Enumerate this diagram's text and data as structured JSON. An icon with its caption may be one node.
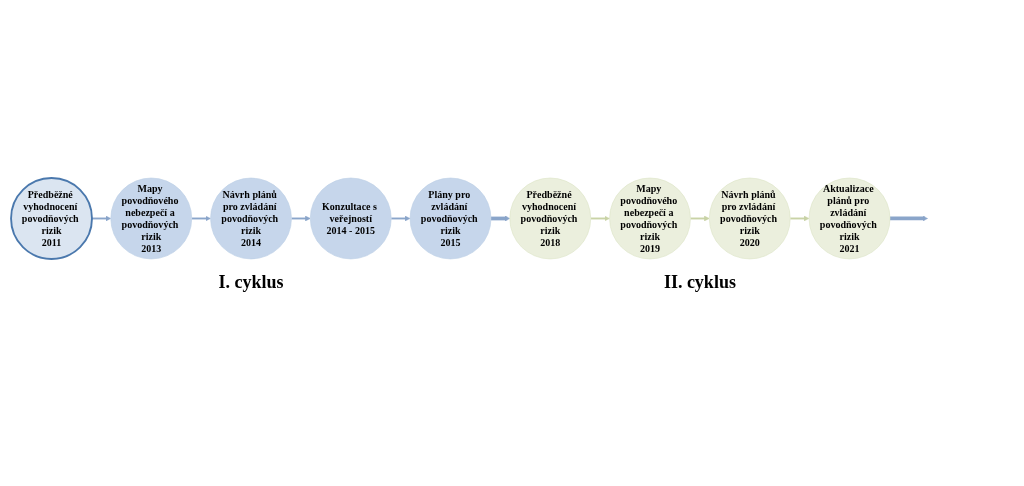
{
  "diagram": {
    "nodes": [
      {
        "text": [
          "Předběžné vyhodnocení povodňových rizik",
          "2011"
        ]
      },
      {
        "text": [
          "Mapy povodňového nebezpečí a povodňových rizik",
          "2013"
        ]
      },
      {
        "text": [
          "Návrh plánů pro zvládání povodňových rizik",
          "2014"
        ]
      },
      {
        "text": [
          "Konzultace s veřejností",
          "2014 - 2015"
        ]
      },
      {
        "text": [
          "Plány pro zvládání povodňových rizik",
          "2015"
        ]
      },
      {
        "text": [
          "Předběžné vyhodnocení povodňových rizik",
          "2018"
        ]
      },
      {
        "text": [
          "Mapy povodňového nebezpečí a povodňových rizik",
          "2019"
        ]
      },
      {
        "text": [
          "Návrh plánů pro zvládání povodňových rizik",
          "2020"
        ]
      },
      {
        "text": [
          "Aktualizace plánů pro zvládání povodňových rizik",
          "2021"
        ]
      }
    ],
    "edges": [
      {
        "from": 0,
        "to": 1,
        "arrow": "to"
      },
      {
        "from": 1,
        "to": 2,
        "arrow": "to"
      },
      {
        "from": 2,
        "to": 3,
        "arrow": "to"
      },
      {
        "from": 3,
        "to": 4,
        "arrow": "to"
      },
      {
        "from": 4,
        "to": 5,
        "arrow": "to",
        "style": "thick"
      },
      {
        "from": 5,
        "to": 6,
        "arrow": "to",
        "color": "#c9d3a6"
      },
      {
        "from": 6,
        "to": 7,
        "arrow": "to",
        "color": "#c9d3a6"
      },
      {
        "from": 7,
        "to": 8,
        "arrow": "to",
        "color": "#c9d3a6"
      },
      {
        "from": 8,
        "to": null,
        "arrow": "to",
        "style": "thick"
      }
    ],
    "labels": [
      "I. cyklus",
      "II. cyklus"
    ]
  }
}
